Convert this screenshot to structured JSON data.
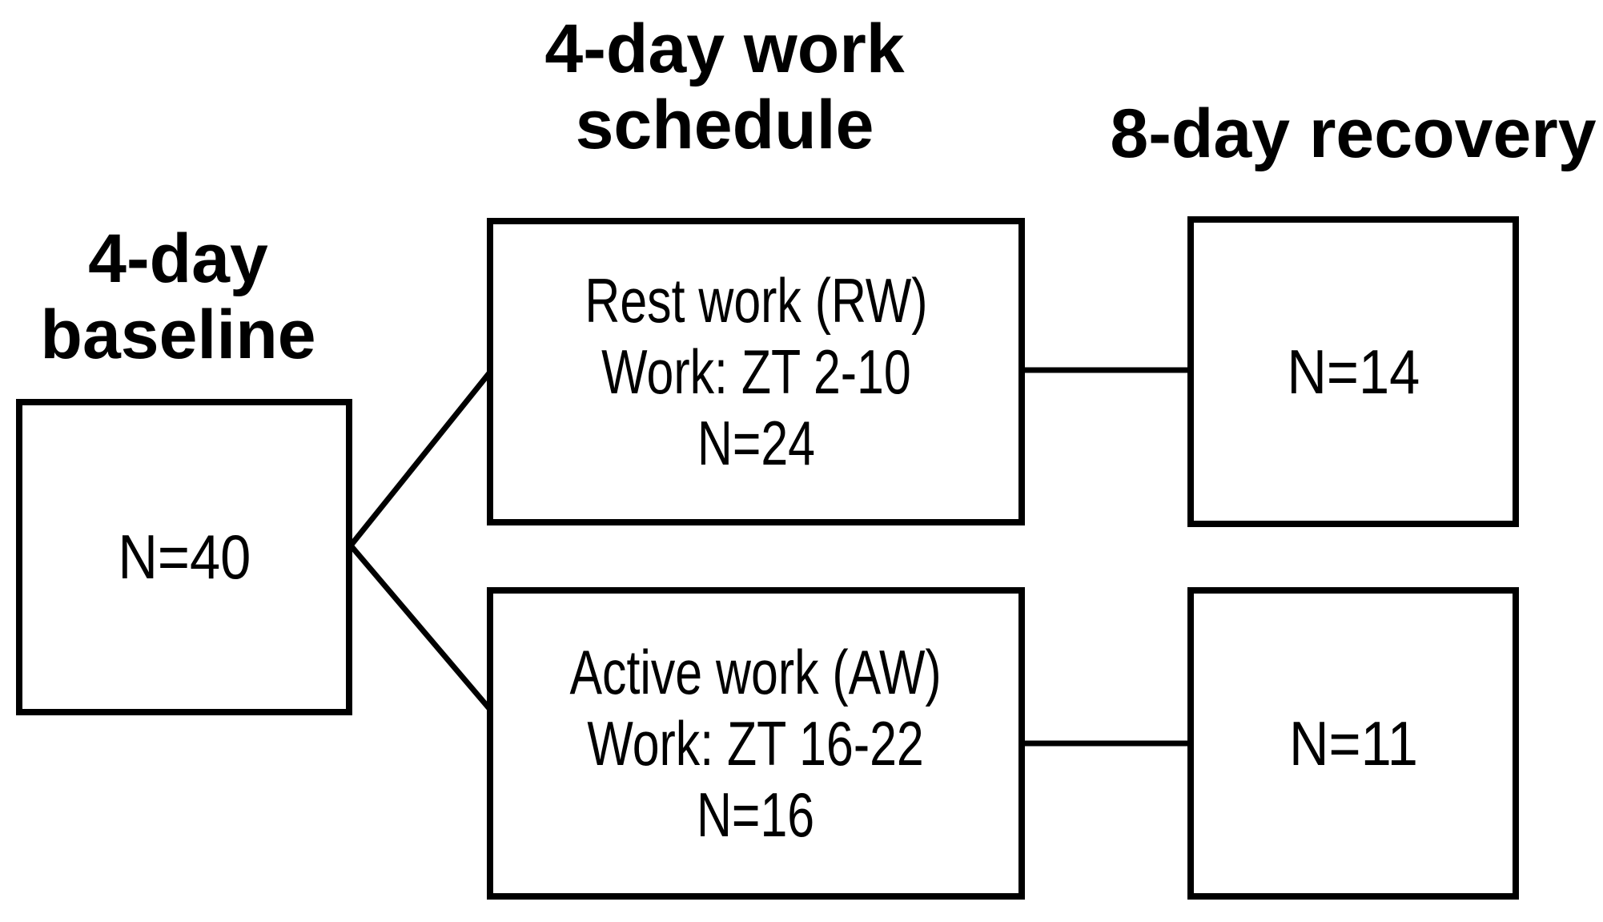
{
  "page": {
    "background": "#ffffff",
    "line_color": "#000000"
  },
  "headers": {
    "work_schedule": {
      "line1": "4-day work",
      "line2": "schedule"
    },
    "recovery": {
      "label": "8-day recovery"
    },
    "baseline": {
      "line1": "4-day",
      "line2": "baseline"
    }
  },
  "boxes": {
    "baseline": {
      "n_label": "N=40"
    },
    "rest_work": {
      "title": "Rest work (RW)",
      "schedule": "Work: ZT 2-10",
      "n_label": "N=24"
    },
    "active_work": {
      "title": "Active work (AW)",
      "schedule": "Work: ZT 16-22",
      "n_label": "N=16"
    },
    "recovery_rest": {
      "n_label": "N=14"
    },
    "recovery_active": {
      "n_label": "N=11"
    }
  }
}
